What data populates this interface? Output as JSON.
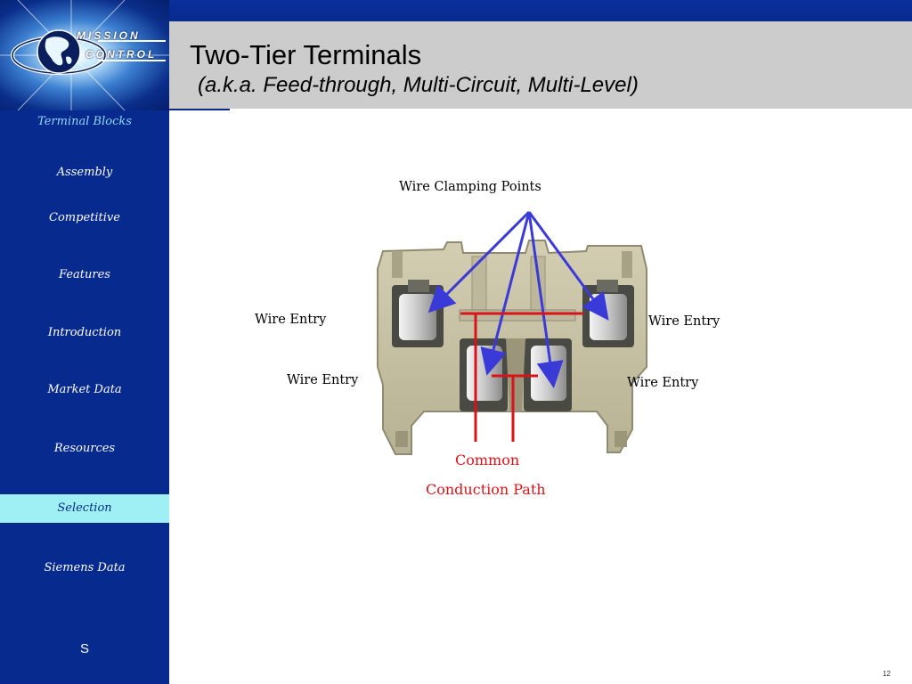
{
  "logo": {
    "line1": "MISSION",
    "line2": "CONTROL"
  },
  "header": {
    "title": "Two-Tier Terminals",
    "subtitle": "(a.k.a. Feed-through, Multi-Circuit, Multi-Level)"
  },
  "sidebar": {
    "items": [
      {
        "label": "Terminal Blocks"
      },
      {
        "label": "Assembly"
      },
      {
        "label": "Competitive"
      },
      {
        "label": "Features"
      },
      {
        "label": "Introduction"
      },
      {
        "label": "Market Data"
      },
      {
        "label": "Resources"
      },
      {
        "label": "Selection"
      },
      {
        "label": "Siemens Data"
      }
    ],
    "active_item": "Selection",
    "bottom_label": "S"
  },
  "diagram": {
    "clamp_label": "Wire Clamping Points",
    "wire_entry_upper_left": "Wire Entry",
    "wire_entry_lower_left": "Wire Entry",
    "wire_entry_upper_right": "Wire Entry",
    "wire_entry_lower_right": "Wire Entry",
    "conduction_line1": "Common",
    "conduction_line2": "Conduction Path"
  },
  "footer": {
    "page_number": "12"
  },
  "colors": {
    "sidebar": "#062a8e",
    "title_band": "#cccccc",
    "active_item": "#9ff0f4",
    "arrow": "#3a3ad8",
    "conduction": "#d8141a",
    "terminal_body": "#c9c3a6"
  }
}
